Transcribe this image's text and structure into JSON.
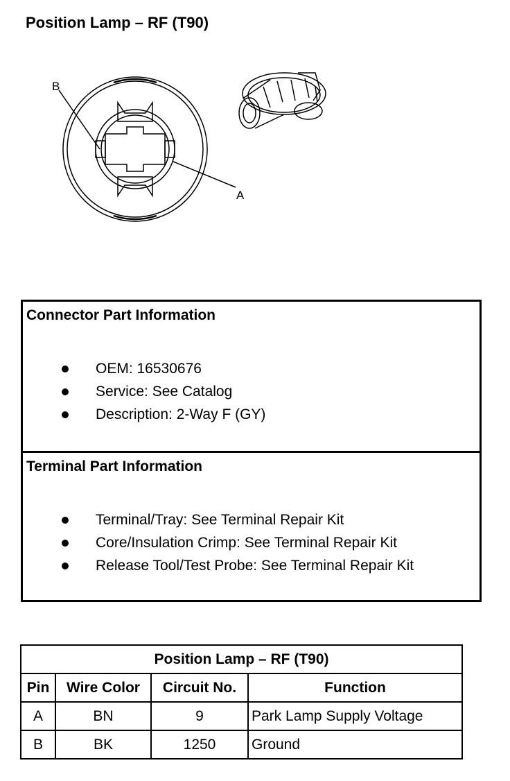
{
  "page": {
    "title": "Position Lamp – RF (T90)"
  },
  "drawing": {
    "callout_b": "B",
    "callout_a": "A"
  },
  "connector_info": {
    "heading": "Connector Part Information",
    "items": [
      "OEM: 16530676",
      "Service: See Catalog",
      "Description: 2-Way F (GY)"
    ]
  },
  "terminal_info": {
    "heading": "Terminal Part Information",
    "items": [
      "Terminal/Tray: See Terminal Repair Kit",
      "Core/Insulation Crimp: See Terminal Repair Kit",
      "Release Tool/Test Probe: See Terminal Repair Kit"
    ]
  },
  "pin_table": {
    "caption": "Position Lamp – RF (T90)",
    "headers": [
      "Pin",
      "Wire Color",
      "Circuit No.",
      "Function"
    ],
    "rows": [
      [
        "A",
        "BN",
        "9",
        "Park Lamp Supply Voltage"
      ],
      [
        "B",
        "BK",
        "1250",
        "Ground"
      ]
    ]
  }
}
